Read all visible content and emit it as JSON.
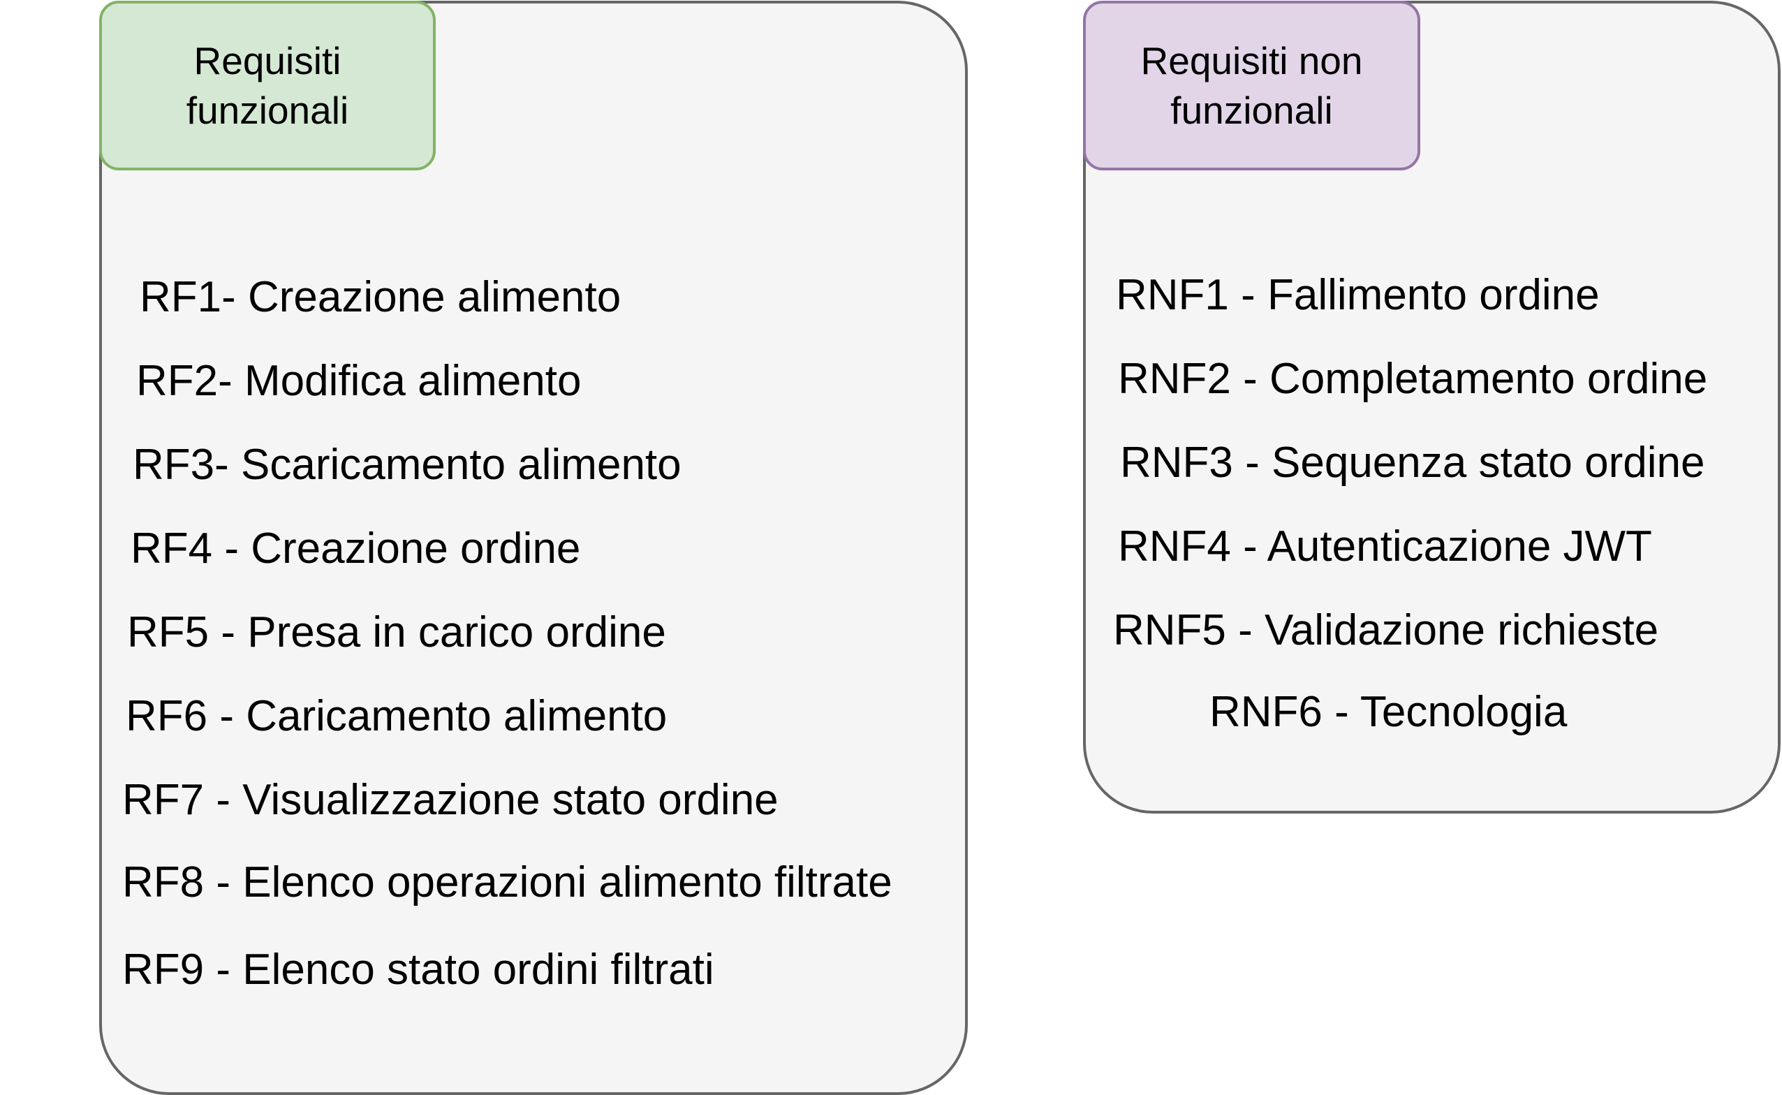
{
  "colors": {
    "panel_fill": "#f5f5f5",
    "panel_border": "#666666",
    "functional_fill": "#d5e8d4",
    "functional_border": "#82b366",
    "nonfunctional_fill": "#e1d5e7",
    "nonfunctional_border": "#9673a6"
  },
  "functional": {
    "title_line1": "Requisiti",
    "title_line2": "funzionali",
    "items": [
      "RF1- Creazione alimento",
      "RF2- Modifica alimento",
      "RF3- Scaricamento alimento",
      "RF4 - Creazione ordine",
      "RF5 - Presa in carico ordine",
      "RF6 - Caricamento alimento",
      "RF7 - Visualizzazione stato ordine",
      "RF8 - Elenco operazioni alimento filtrate",
      "RF9 - Elenco stato ordini filtrati"
    ]
  },
  "non_functional": {
    "title_line1": "Requisiti non",
    "title_line2": "funzionali",
    "items": [
      "RNF1 - Fallimento ordine",
      "RNF2 - Completamento ordine",
      "RNF3 - Sequenza stato ordine",
      "RNF4 - Autenticazione JWT",
      "RNF5 - Validazione richieste",
      "RNF6 - Tecnologia"
    ]
  }
}
